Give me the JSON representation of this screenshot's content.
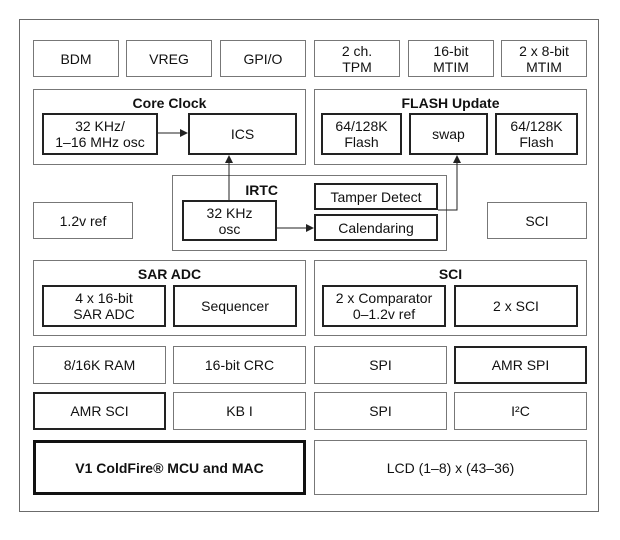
{
  "row1": {
    "bdm": "BDM",
    "vreg": "VREG",
    "gpio": "GPI/O",
    "tpm": "2 ch.\nTPM",
    "mtim16": "16-bit\nMTIM",
    "mtim8": "2 x 8-bit\nMTIM"
  },
  "core_clock": {
    "title": "Core Clock",
    "osc": "32 KHz/\n1–16 MHz osc",
    "ics": "ICS"
  },
  "flash_update": {
    "title": "FLASH Update",
    "flash_a": "64/128K\nFlash",
    "swap": "swap",
    "flash_b": "64/128K\nFlash"
  },
  "ref": "1.2v ref",
  "irtc": {
    "title": "IRTC",
    "osc": "32 KHz\nosc",
    "tamper": "Tamper Detect",
    "calendaring": "Calendaring"
  },
  "sci_right": "SCI",
  "sar_adc": {
    "title": "SAR ADC",
    "adc": "4 x 16-bit\nSAR ADC",
    "sequencer": "Sequencer"
  },
  "sci_group": {
    "title": "SCI",
    "comparator": "2 x Comparator\n0–1.2v ref",
    "sci2": "2 x SCI"
  },
  "row_a": {
    "ram": "8/16K RAM",
    "crc": "16-bit CRC",
    "spi": "SPI",
    "amr_spi": "AMR SPI"
  },
  "row_b": {
    "amr_sci": "AMR SCI",
    "kbi": "KB I",
    "spi": "SPI",
    "i2c": "I²C"
  },
  "row_c": {
    "mcu": "V1 ColdFire® MCU and MAC",
    "lcd": "LCD (1–8) x (43–36)"
  }
}
